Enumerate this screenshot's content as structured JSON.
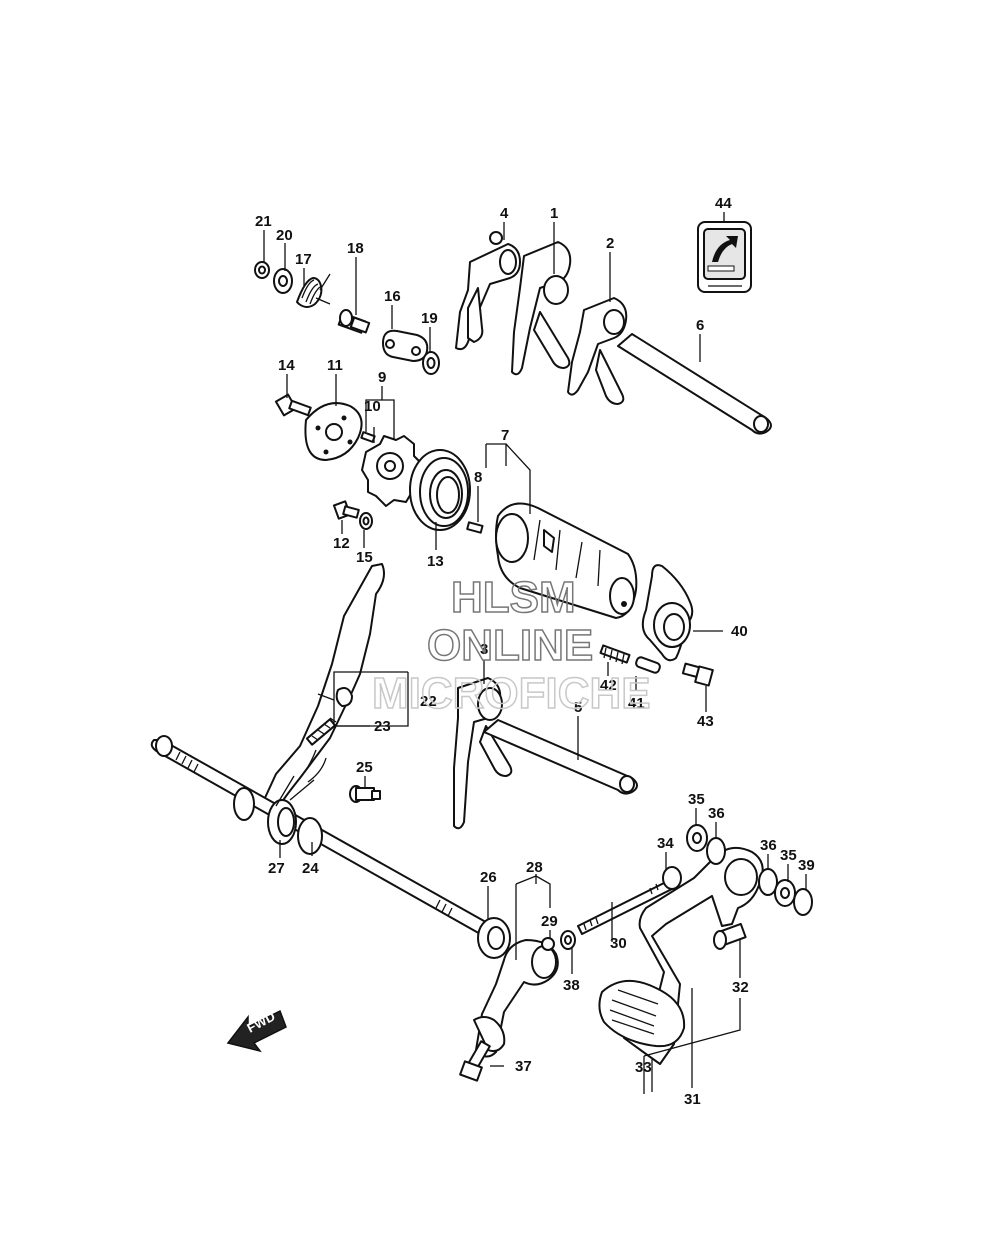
{
  "watermark": {
    "line1": "HLSM",
    "line2": "ONLINE",
    "line3": "MICROFICHE"
  },
  "fwd_label": "FWD",
  "callouts": {
    "c1": "1",
    "c2": "2",
    "c3": "3",
    "c4": "4",
    "c5": "5",
    "c6": "6",
    "c7": "7",
    "c8": "8",
    "c9": "9",
    "c10": "10",
    "c11": "11",
    "c12": "12",
    "c13": "13",
    "c14": "14",
    "c15": "15",
    "c17": "17",
    "c18": "18",
    "c19": "19",
    "c20": "20",
    "c21": "21",
    "c22": "22",
    "c23": "23",
    "c24": "24",
    "c25": "25",
    "c26": "26",
    "c27": "27",
    "c28": "28",
    "c29": "29",
    "c30": "30",
    "c31": "31",
    "c32": "32",
    "c33": "33",
    "c34": "34",
    "c35a": "35",
    "c35b": "35",
    "c36a": "36",
    "c36b": "36",
    "c37": "37",
    "c38": "38",
    "c39": "39",
    "c40": "40",
    "c41": "41",
    "c42": "42",
    "c43": "43",
    "c44": "44",
    "c16": "16"
  }
}
